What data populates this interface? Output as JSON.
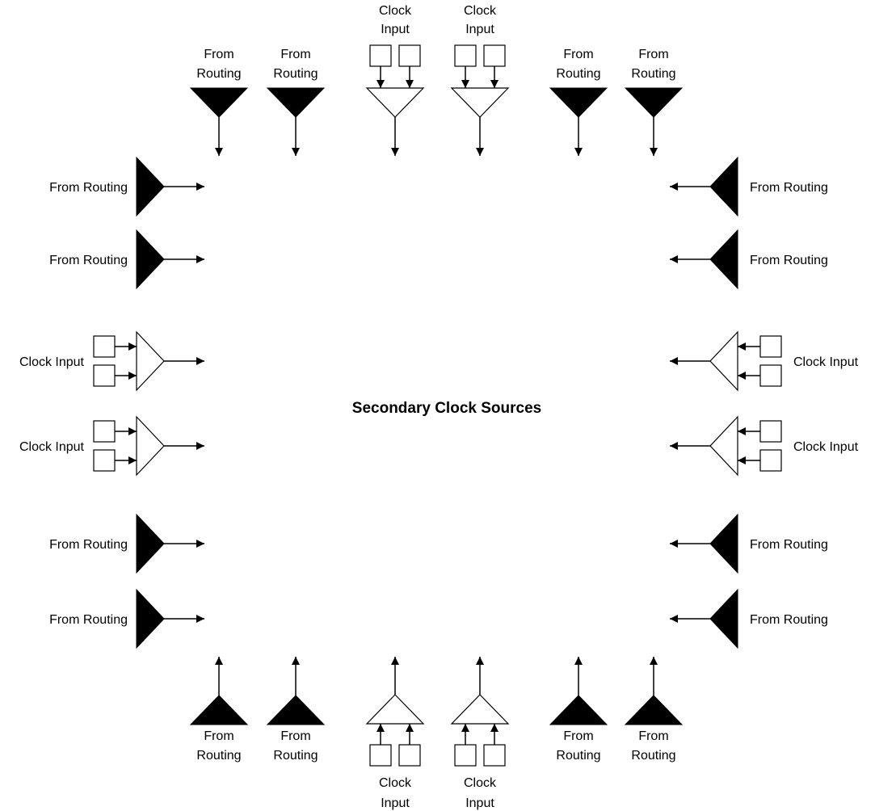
{
  "title": "Secondary Clock Sources",
  "labels": {
    "from_routing_stacked": [
      "From",
      "Routing"
    ],
    "from_routing_inline": "From Routing",
    "clock_input_stacked": [
      "Clock",
      "Input"
    ],
    "clock_input_inline": "Clock Input"
  },
  "colors": {
    "stroke": "#000000",
    "background": "#ffffff"
  },
  "sources": [
    {
      "side": "top",
      "kind": "routing"
    },
    {
      "side": "top",
      "kind": "routing"
    },
    {
      "side": "top",
      "kind": "clock"
    },
    {
      "side": "top",
      "kind": "clock"
    },
    {
      "side": "top",
      "kind": "routing"
    },
    {
      "side": "top",
      "kind": "routing"
    },
    {
      "side": "bottom",
      "kind": "routing"
    },
    {
      "side": "bottom",
      "kind": "routing"
    },
    {
      "side": "bottom",
      "kind": "clock"
    },
    {
      "side": "bottom",
      "kind": "clock"
    },
    {
      "side": "bottom",
      "kind": "routing"
    },
    {
      "side": "bottom",
      "kind": "routing"
    },
    {
      "side": "left",
      "kind": "routing"
    },
    {
      "side": "left",
      "kind": "routing"
    },
    {
      "side": "left",
      "kind": "clock"
    },
    {
      "side": "left",
      "kind": "clock"
    },
    {
      "side": "left",
      "kind": "routing"
    },
    {
      "side": "left",
      "kind": "routing"
    },
    {
      "side": "right",
      "kind": "routing"
    },
    {
      "side": "right",
      "kind": "routing"
    },
    {
      "side": "right",
      "kind": "clock"
    },
    {
      "side": "right",
      "kind": "clock"
    },
    {
      "side": "right",
      "kind": "routing"
    },
    {
      "side": "right",
      "kind": "routing"
    }
  ]
}
